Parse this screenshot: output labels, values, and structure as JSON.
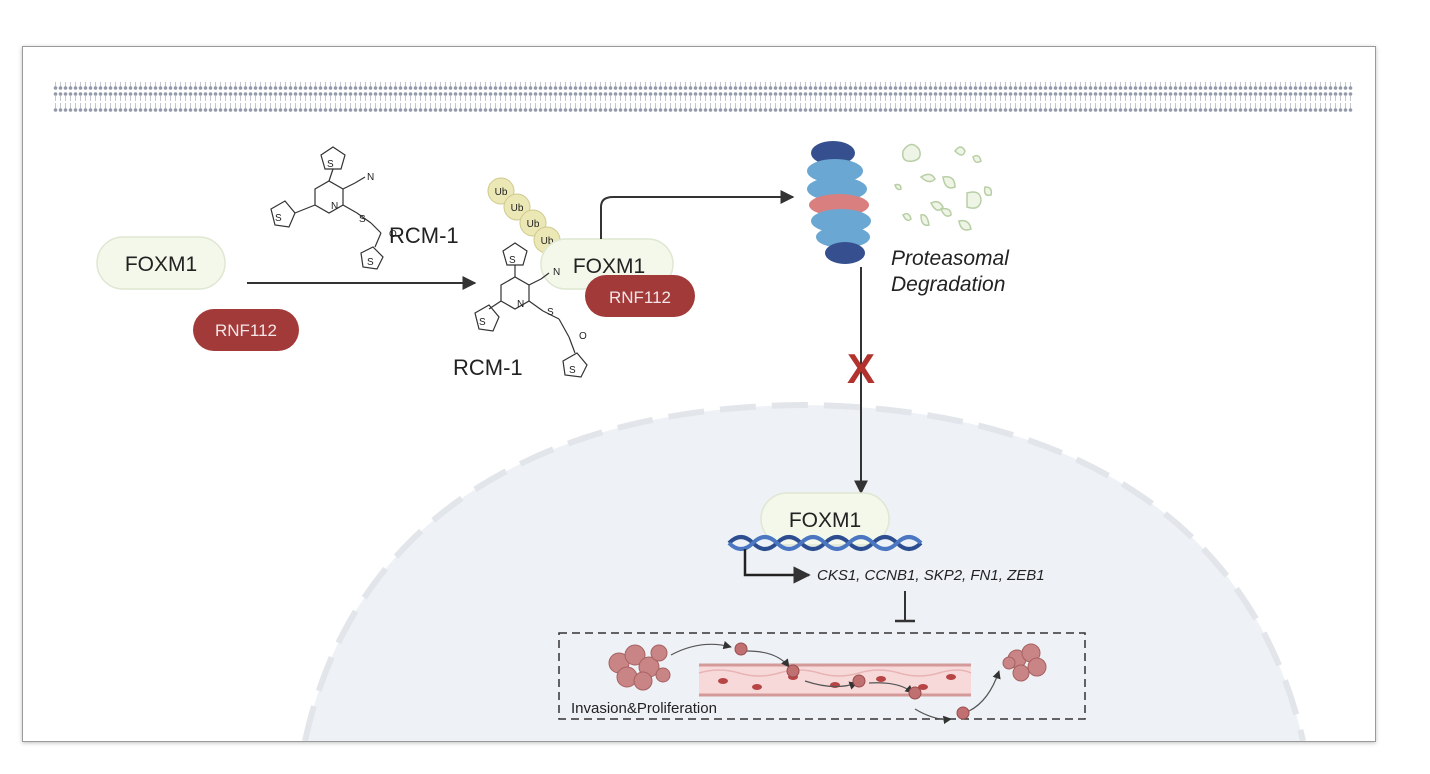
{
  "labels": {
    "rcm_top": "RCM-1",
    "rcm_bottom": "RCM-1",
    "foxm1_free": "FOXM1",
    "rnf_free": "RNF112",
    "foxm1_complex": "FOXM1",
    "rnf_complex": "RNF112",
    "ub": [
      "Ub",
      "Ub",
      "Ub",
      "Ub"
    ],
    "degradation_line1": "Proteasomal",
    "degradation_line2": "Degradation",
    "block_mark": "X",
    "foxm1_nucleus": "FOXM1",
    "targets": "CKS1, CCNB1, SKP2, FN1, ZEB1",
    "invasion": "Invasion&Proliferation"
  },
  "colors": {
    "rnf_fill": "#a23a3a",
    "foxm1_fill": "#f3f8ea",
    "ub_fill": "#ece8b6",
    "block_red": "#b2322e",
    "nucleus_fill": "#eef1f6",
    "proteasome_blue": "#6aa7d2",
    "proteasome_dark": "#36508f",
    "proteasome_red": "#d97f7f",
    "fragment_green": "#cfe0c0"
  }
}
